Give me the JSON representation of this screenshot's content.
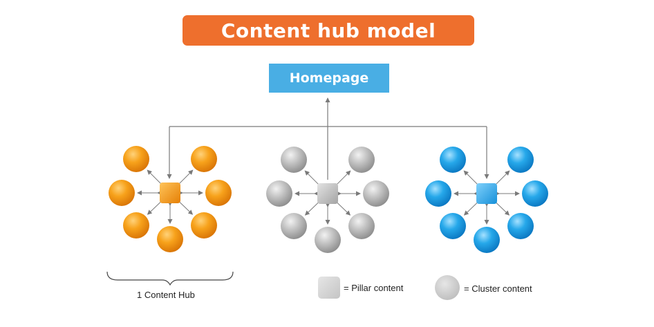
{
  "title": "Content hub model",
  "homepage_label": "Homepage",
  "hub_caption": "1 Content Hub",
  "legend": {
    "pillar_label": "= Pillar content",
    "cluster_label": "= Cluster content"
  },
  "colors": {
    "title_bg": "#ee6f2d",
    "homepage_bg": "#49aee4",
    "hub_orange": "#f39a14",
    "hub_gray": "#b9b9b9",
    "hub_blue": "#1fa3e3",
    "connector": "#7a7a7a"
  },
  "hubs": [
    {
      "name": "orange-hub",
      "color": "orange"
    },
    {
      "name": "gray-hub",
      "color": "gray"
    },
    {
      "name": "blue-hub",
      "color": "blue"
    }
  ]
}
